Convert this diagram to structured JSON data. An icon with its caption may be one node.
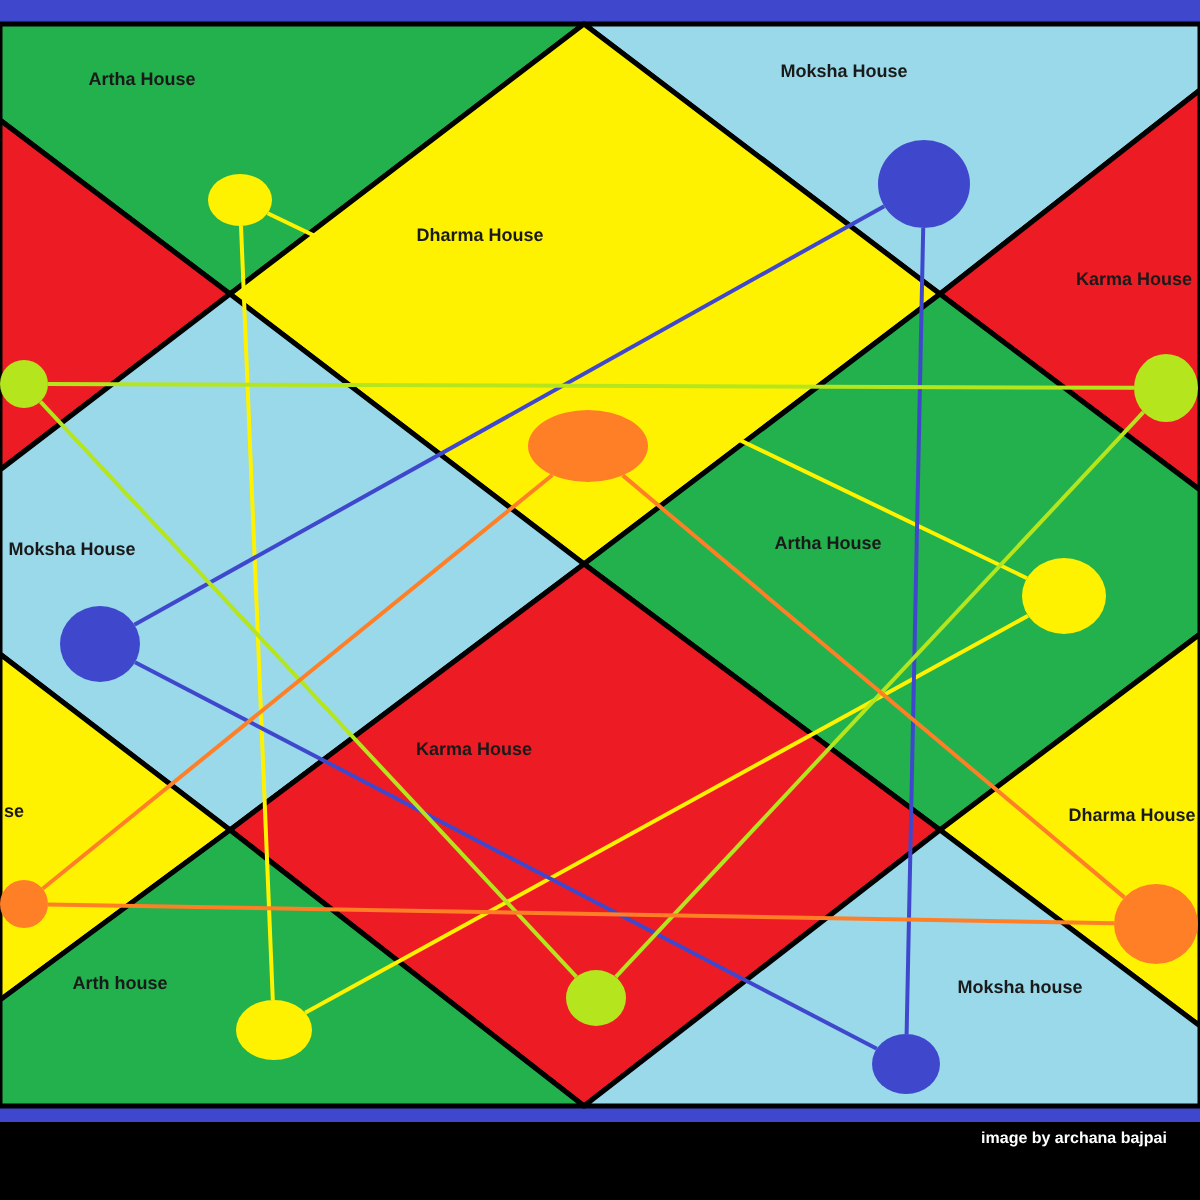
{
  "diagram": {
    "nodes": [
      {
        "text": [
          "Artha House"
        ]
      },
      {
        "text": [],
        "shape": "circle",
        "in": 0
      },
      {
        "text": [
          "Moksha House"
        ]
      },
      {
        "text": [],
        "shape": "circle",
        "in": 2
      },
      {
        "text": [],
        "shape": "triangle"
      },
      {
        "text": [],
        "shape": "circle",
        "in": 4
      },
      {
        "text": [
          "Dharma House"
        ]
      },
      {
        "text": [],
        "shape": "circle",
        "in": 6
      },
      {
        "text": [
          "Karma House"
        ]
      },
      {
        "text": [],
        "shape": "circle",
        "in": 8
      },
      {
        "text": [
          "Moksha House"
        ]
      },
      {
        "text": [],
        "shape": "circle",
        "in": 10
      },
      {
        "text": [
          "Artha House"
        ]
      },
      {
        "text": [],
        "shape": "circle",
        "in": 12
      },
      {
        "text": [
          "se"
        ]
      },
      {
        "text": [],
        "shape": "circle",
        "in": 14
      },
      {
        "text": [
          "Karma House"
        ]
      },
      {
        "text": [],
        "shape": "circle",
        "in": 16
      },
      {
        "text": [
          "Dharma House"
        ]
      },
      {
        "text": [],
        "shape": "circle",
        "in": 18
      },
      {
        "text": [
          "Arth house"
        ]
      },
      {
        "text": [],
        "shape": "circle",
        "in": 20
      },
      {
        "text": [
          "Moksha house"
        ]
      },
      {
        "text": [],
        "shape": "circle",
        "in": 22
      }
    ],
    "edges": [
      {
        "from": 1,
        "to": 13,
        "arrow": "none",
        "color": "#fff200"
      },
      {
        "from": 1,
        "to": 21,
        "arrow": "none",
        "color": "#fff200"
      },
      {
        "from": 21,
        "to": 13,
        "arrow": "none",
        "color": "#fff200"
      },
      {
        "from": 3,
        "to": 11,
        "arrow": "none",
        "color": "#3f48cc"
      },
      {
        "from": 3,
        "to": 23,
        "arrow": "none",
        "color": "#3f48cc"
      },
      {
        "from": 11,
        "to": 23,
        "arrow": "none",
        "color": "#3f48cc"
      },
      {
        "from": 5,
        "to": 9,
        "arrow": "none",
        "color": "#b5e61d"
      },
      {
        "from": 5,
        "to": 17,
        "arrow": "none",
        "color": "#b5e61d"
      },
      {
        "from": 9,
        "to": 17,
        "arrow": "none",
        "color": "#b5e61d"
      },
      {
        "from": 7,
        "to": 15,
        "arrow": "none",
        "color": "#ff7f27"
      },
      {
        "from": 7,
        "to": 19,
        "arrow": "none",
        "color": "#ff7f27"
      },
      {
        "from": 15,
        "to": 19,
        "arrow": "none",
        "color": "#ff7f27"
      }
    ],
    "labels": [
      "image by archana bajpai"
    ]
  }
}
